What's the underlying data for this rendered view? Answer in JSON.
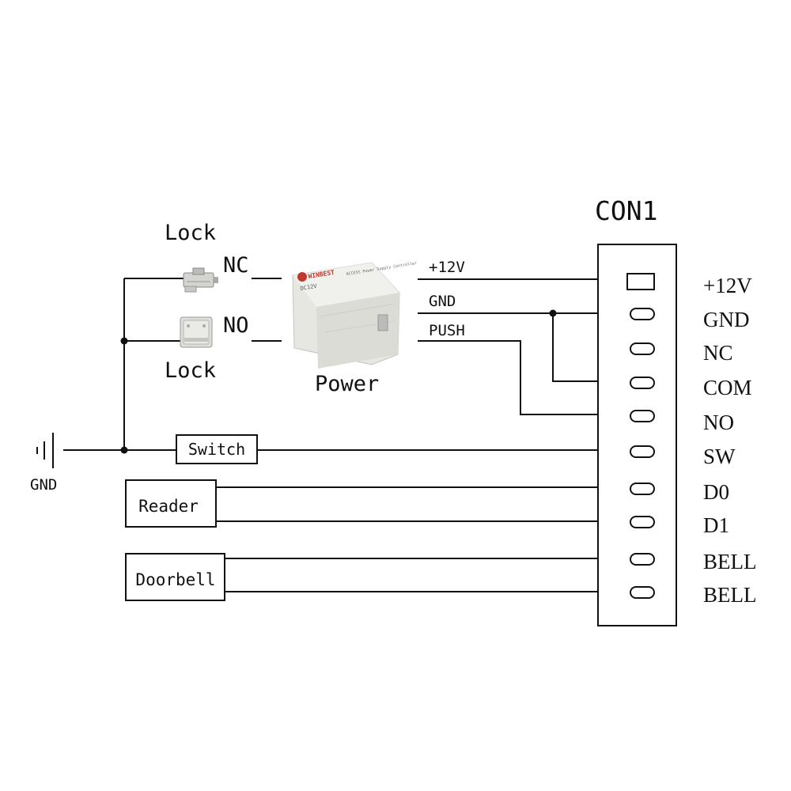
{
  "connector": {
    "title": "CON1",
    "pins": [
      "+12V",
      "GND",
      "NC",
      "COM",
      "NO",
      "SW",
      "D0",
      "D1",
      "BELL",
      "BELL"
    ]
  },
  "locks": {
    "nc_label": "Lock",
    "nc_contact": "NC",
    "no_label": "Lock",
    "no_contact": "NO"
  },
  "power": {
    "label": "Power",
    "outputs": [
      "+12V",
      "GND",
      "PUSH"
    ],
    "device_brand": "WINBEST",
    "device_model": "DC12V",
    "device_text": "ACCESS Power Supply Controller"
  },
  "ground": {
    "label": "GND"
  },
  "switch": {
    "label": "Switch"
  },
  "reader": {
    "label": "Reader"
  },
  "doorbell": {
    "label": "Doorbell"
  },
  "colors": {
    "line": "#111111",
    "device_body": "#e7e7e2",
    "logo": "#c0392b"
  }
}
